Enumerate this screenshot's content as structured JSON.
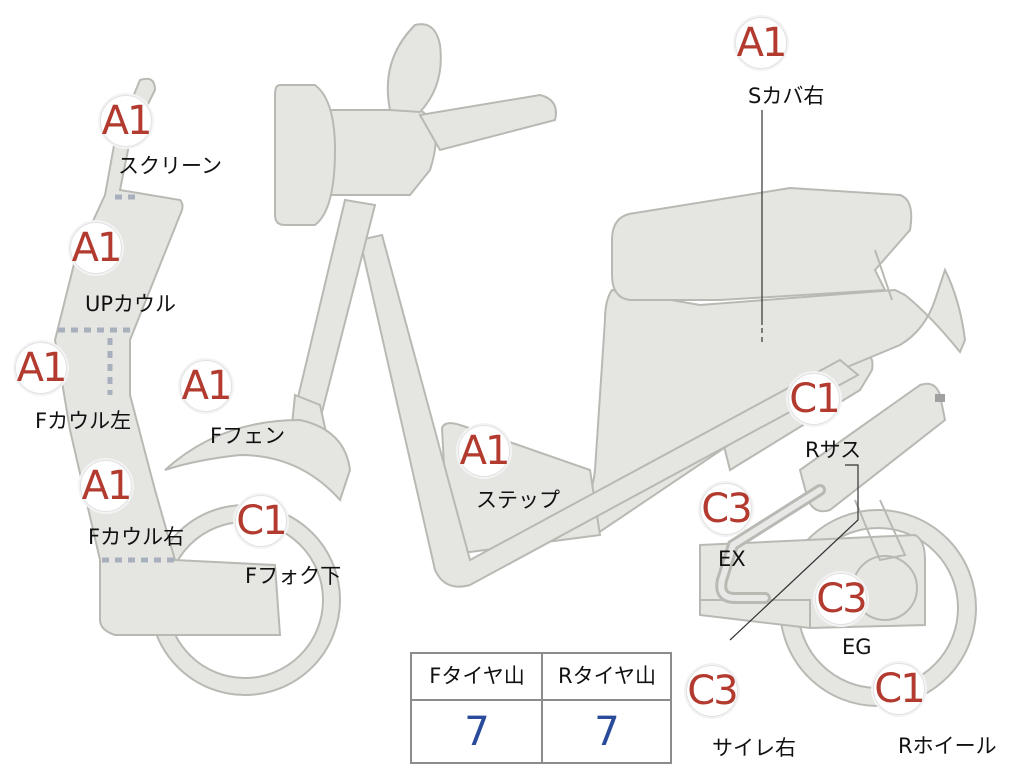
{
  "parts": [
    {
      "id": "screen",
      "grade": "A1",
      "label": "スクリーン"
    },
    {
      "id": "up-cowl",
      "grade": "A1",
      "label": "UPカウル"
    },
    {
      "id": "f-cowl-left",
      "grade": "A1",
      "label": "Fカウル左"
    },
    {
      "id": "f-fender",
      "grade": "A1",
      "label": "Fフェン"
    },
    {
      "id": "f-cowl-right",
      "grade": "A1",
      "label": "Fカウル右"
    },
    {
      "id": "f-fork-lower",
      "grade": "C1",
      "label": "Fフォク下"
    },
    {
      "id": "step",
      "grade": "A1",
      "label": "ステップ"
    },
    {
      "id": "side-cover-right",
      "grade": "A1",
      "label": "Sカバ右"
    },
    {
      "id": "r-suspension",
      "grade": "C1",
      "label": "Rサス"
    },
    {
      "id": "exhaust",
      "grade": "C3",
      "label": "EX"
    },
    {
      "id": "engine",
      "grade": "C3",
      "label": "EG"
    },
    {
      "id": "muffler-right",
      "grade": "C3",
      "label": "サイレ右"
    },
    {
      "id": "r-wheel",
      "grade": "C1",
      "label": "Rホイール"
    }
  ],
  "tire_tread": {
    "front_label": "Fタイヤ山",
    "rear_label": "Rタイヤ山",
    "front_value": "7",
    "rear_value": "7"
  },
  "colors": {
    "grade_text": "#b23a2e",
    "tread_value": "#2a4a9a",
    "body_fill": "#e5e5e2",
    "body_stroke": "#b9b9b4"
  }
}
